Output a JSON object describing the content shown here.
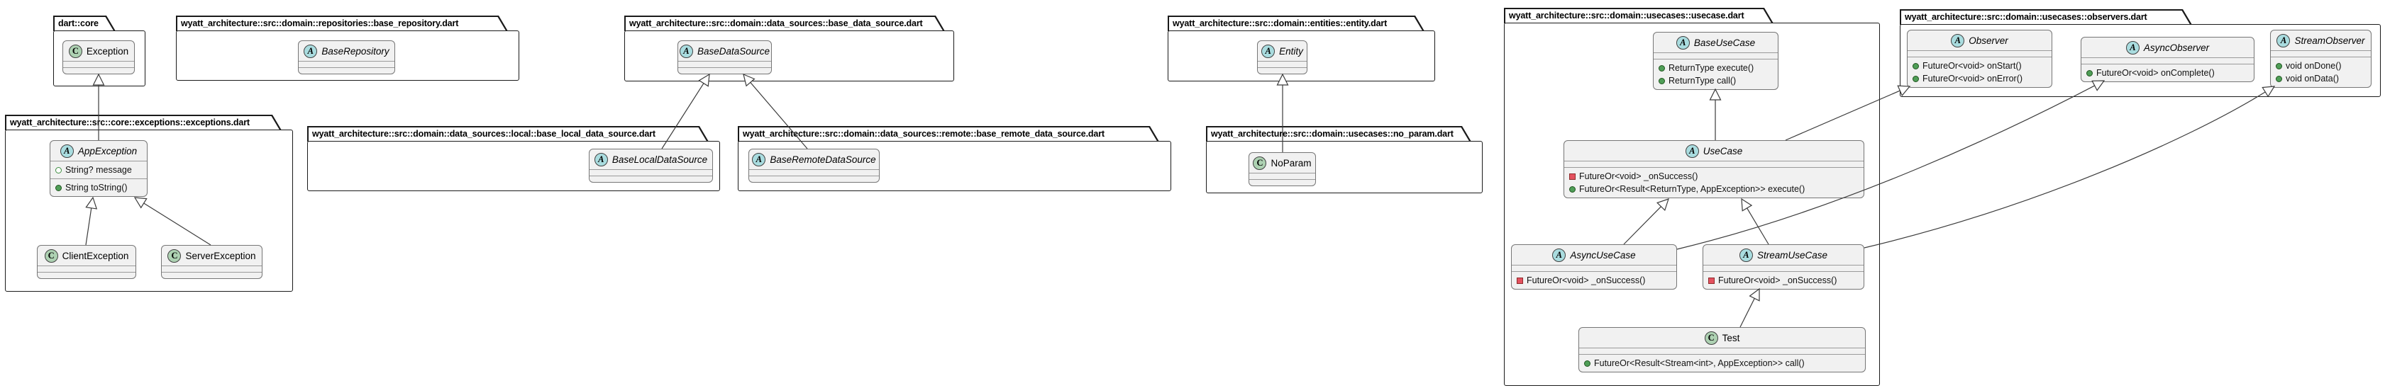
{
  "colors": {
    "abstract_badge_bg": "#A9DCDF",
    "class_badge_bg": "#ADD1B2",
    "public_member_icon": "#4F9E57",
    "private_member_icon": "#E4515F",
    "field_member_icon": "#3E8E41"
  },
  "packages": [
    {
      "id": "dart_core",
      "title": "dart::core",
      "classes": [
        {
          "id": "Exception",
          "name": "Exception",
          "kind": "class",
          "badge": "C",
          "fields": [],
          "methods": []
        }
      ]
    },
    {
      "id": "base_repository",
      "title": "wyatt_architecture::src::domain::repositories::base_repository.dart",
      "classes": [
        {
          "id": "BaseRepository",
          "name": "BaseRepository",
          "kind": "abstract",
          "badge": "A",
          "fields": [],
          "methods": []
        }
      ]
    },
    {
      "id": "base_data_source",
      "title": "wyatt_architecture::src::domain::data_sources::base_data_source.dart",
      "classes": [
        {
          "id": "BaseDataSource",
          "name": "BaseDataSource",
          "kind": "abstract",
          "badge": "A",
          "fields": [],
          "methods": []
        }
      ]
    },
    {
      "id": "entity",
      "title": "wyatt_architecture::src::domain::entities::entity.dart",
      "classes": [
        {
          "id": "Entity",
          "name": "Entity",
          "kind": "abstract",
          "badge": "A",
          "fields": [],
          "methods": []
        }
      ]
    },
    {
      "id": "exceptions",
      "title": "wyatt_architecture::src::core::exceptions::exceptions.dart",
      "classes": [
        {
          "id": "AppException",
          "name": "AppException",
          "kind": "abstract",
          "badge": "A",
          "fields": [
            {
              "vis": "field",
              "text": "String? message"
            }
          ],
          "methods": [
            {
              "vis": "public",
              "text": "String toString()"
            }
          ]
        },
        {
          "id": "ClientException",
          "name": "ClientException",
          "kind": "class",
          "badge": "C",
          "fields": [],
          "methods": []
        },
        {
          "id": "ServerException",
          "name": "ServerException",
          "kind": "class",
          "badge": "C",
          "fields": [],
          "methods": []
        }
      ]
    },
    {
      "id": "local",
      "title": "wyatt_architecture::src::domain::data_sources::local::base_local_data_source.dart",
      "classes": [
        {
          "id": "BaseLocalDataSource",
          "name": "BaseLocalDataSource",
          "kind": "abstract",
          "badge": "A",
          "fields": [],
          "methods": []
        }
      ]
    },
    {
      "id": "remote",
      "title": "wyatt_architecture::src::domain::data_sources::remote::base_remote_data_source.dart",
      "classes": [
        {
          "id": "BaseRemoteDataSource",
          "name": "BaseRemoteDataSource",
          "kind": "abstract",
          "badge": "A",
          "fields": [],
          "methods": []
        }
      ]
    },
    {
      "id": "no_param",
      "title": "wyatt_architecture::src::domain::usecases::no_param.dart",
      "classes": [
        {
          "id": "NoParam",
          "name": "NoParam",
          "kind": "class",
          "badge": "C",
          "fields": [],
          "methods": []
        }
      ]
    },
    {
      "id": "usecase",
      "title": "wyatt_architecture::src::domain::usecases::usecase.dart",
      "classes": [
        {
          "id": "BaseUseCase",
          "name": "BaseUseCase",
          "kind": "abstract",
          "badge": "A",
          "fields": [],
          "methods": [
            {
              "vis": "public",
              "text": "ReturnType execute()"
            },
            {
              "vis": "public",
              "text": "ReturnType call()"
            }
          ]
        },
        {
          "id": "UseCase",
          "name": "UseCase",
          "kind": "abstract",
          "badge": "A",
          "fields": [],
          "methods": [
            {
              "vis": "private",
              "text": "FutureOr<void> _onSuccess()"
            },
            {
              "vis": "public",
              "text": "FutureOr<Result<ReturnType, AppException>> execute()"
            }
          ]
        },
        {
          "id": "AsyncUseCase",
          "name": "AsyncUseCase",
          "kind": "abstract",
          "badge": "A",
          "fields": [],
          "methods": [
            {
              "vis": "private",
              "text": "FutureOr<void> _onSuccess()"
            }
          ]
        },
        {
          "id": "StreamUseCase",
          "name": "StreamUseCase",
          "kind": "abstract",
          "badge": "A",
          "fields": [],
          "methods": [
            {
              "vis": "private",
              "text": "FutureOr<void> _onSuccess()"
            }
          ]
        },
        {
          "id": "Test",
          "name": "Test",
          "kind": "class",
          "badge": "C",
          "fields": [],
          "methods": [
            {
              "vis": "public",
              "text": "FutureOr<Result<Stream<int>, AppException>> call()"
            }
          ]
        }
      ]
    },
    {
      "id": "observers",
      "title": "wyatt_architecture::src::domain::usecases::observers.dart",
      "classes": [
        {
          "id": "Observer",
          "name": "Observer",
          "kind": "abstract",
          "badge": "A",
          "fields": [],
          "methods": [
            {
              "vis": "public",
              "text": "FutureOr<void> onStart()"
            },
            {
              "vis": "public",
              "text": "FutureOr<void> onError()"
            }
          ]
        },
        {
          "id": "AsyncObserver",
          "name": "AsyncObserver",
          "kind": "abstract",
          "badge": "A",
          "fields": [],
          "methods": [
            {
              "vis": "public",
              "text": "FutureOr<void> onComplete()"
            }
          ]
        },
        {
          "id": "StreamObserver",
          "name": "StreamObserver",
          "kind": "abstract",
          "badge": "A",
          "fields": [],
          "methods": [
            {
              "vis": "public",
              "text": "void onDone()"
            },
            {
              "vis": "public",
              "text": "void onData()"
            }
          ]
        }
      ]
    }
  ],
  "edges": [
    {
      "from": "AppException",
      "to": "Exception",
      "type": "extends"
    },
    {
      "from": "ClientException",
      "to": "AppException",
      "type": "extends"
    },
    {
      "from": "ServerException",
      "to": "AppException",
      "type": "extends"
    },
    {
      "from": "BaseLocalDataSource",
      "to": "BaseDataSource",
      "type": "extends"
    },
    {
      "from": "BaseRemoteDataSource",
      "to": "BaseDataSource",
      "type": "extends"
    },
    {
      "from": "NoParam",
      "to": "Entity",
      "type": "extends"
    },
    {
      "from": "UseCase",
      "to": "BaseUseCase",
      "type": "extends"
    },
    {
      "from": "AsyncUseCase",
      "to": "UseCase",
      "type": "extends"
    },
    {
      "from": "StreamUseCase",
      "to": "UseCase",
      "type": "extends"
    },
    {
      "from": "Test",
      "to": "StreamUseCase",
      "type": "extends"
    },
    {
      "from": "UseCase",
      "to": "Observer",
      "type": "extends"
    },
    {
      "from": "AsyncUseCase",
      "to": "AsyncObserver",
      "type": "extends"
    },
    {
      "from": "StreamUseCase",
      "to": "StreamObserver",
      "type": "extends"
    }
  ]
}
